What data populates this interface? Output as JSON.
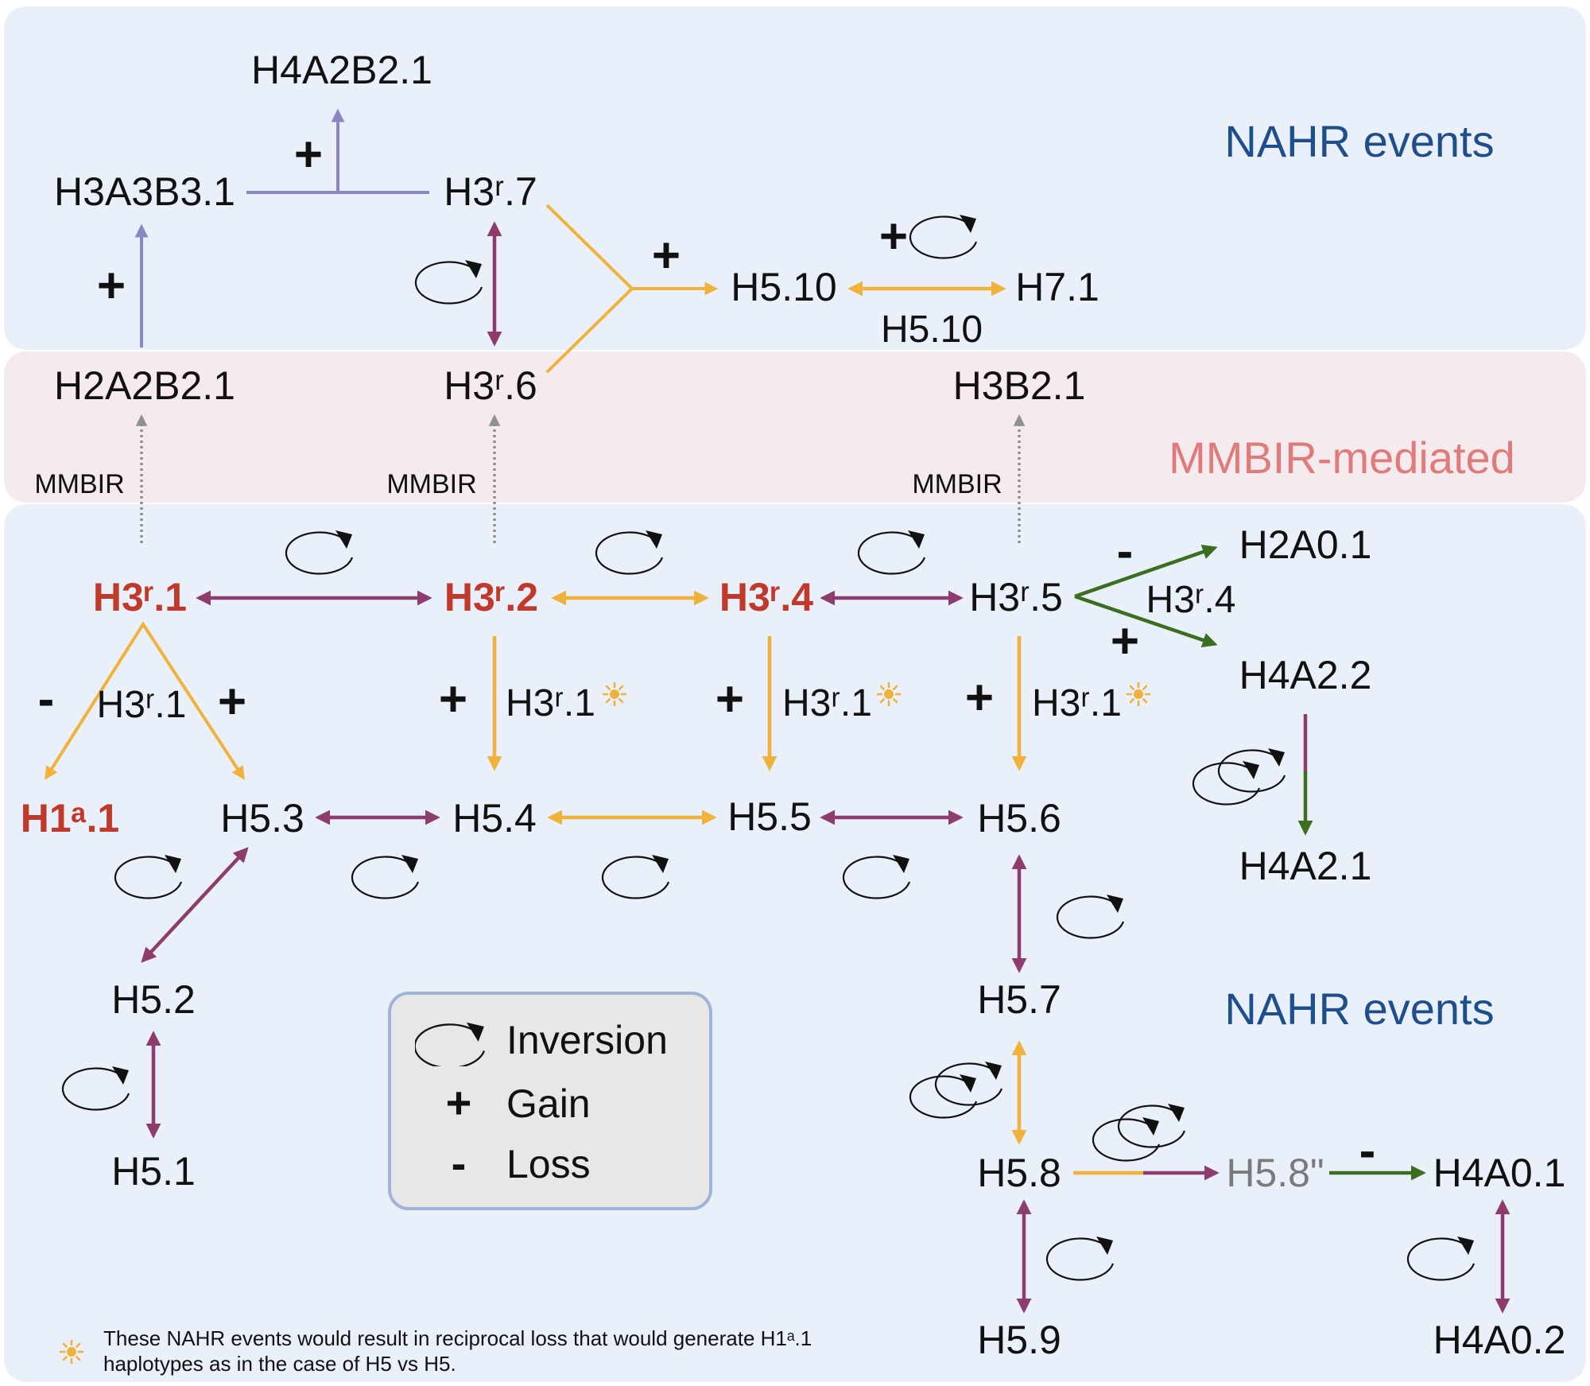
{
  "regions": {
    "top": {
      "label": "NAHR events",
      "color": "#1f4e8c"
    },
    "middle": {
      "label": "MMBIR-mediated",
      "color": "#e07b7b"
    },
    "bottom": {
      "label": "NAHR events",
      "color": "#1f4e8c"
    }
  },
  "nodes": {
    "h4a2b2_1": "H4A2B2.1",
    "h3a3b3_1": "H3A3B3.1",
    "h3r7": "H3ʳ.7",
    "h5_10": "H5.10",
    "h7_1": "H7.1",
    "h2a2b2_1": "H2A2B2.1",
    "h3r6": "H3ʳ.6",
    "h3b2_1": "H3B2.1",
    "h3r1": "H3ʳ.1",
    "h3r2": "H3ʳ.2",
    "h3r4": "H3ʳ.4",
    "h3r5": "H3ʳ.5",
    "h2a0_1": "H2A0.1",
    "h4a2_2": "H4A2.2",
    "h4a2_1": "H4A2.1",
    "h1a1": "H1ᵃ.1",
    "h5_3": "H5.3",
    "h5_4": "H5.4",
    "h5_5": "H5.5",
    "h5_6": "H5.6",
    "h5_2": "H5.2",
    "h5_1": "H5.1",
    "h5_7": "H5.7",
    "h5_8": "H5.8",
    "h5_8pp": "H5.8\"",
    "h4a0_1": "H4A0.1",
    "h4a0_2": "H4A0.2",
    "h5_9": "H5.9"
  },
  "edge_labels": {
    "h5_10_loop": "H5.10",
    "h3r5_split": "H3ʳ.4",
    "h3r1_split": "H3ʳ.1",
    "h3r2_down": "H3ʳ.1",
    "h3r4_down": "H3ʳ.1",
    "h3r5_down": "H3ʳ.1"
  },
  "mmbir_label": "MMBIR",
  "signs": {
    "gain": "+",
    "loss": "-"
  },
  "legend": {
    "inversion": "Inversion",
    "gain_symbol": "+",
    "gain": "Gain",
    "loss_symbol": "-",
    "loss": "Loss"
  },
  "footnote": {
    "line1": "These NAHR events would result in reciprocal loss that would generate H1ᵃ.1",
    "line2": "haplotypes as in the case of H5 vs H5."
  },
  "colors": {
    "purple": "#8e3b6e",
    "orange": "#f0b23a",
    "lavender": "#8a86c4",
    "green": "#3b6e1e",
    "grey_dotted": "#909090"
  }
}
